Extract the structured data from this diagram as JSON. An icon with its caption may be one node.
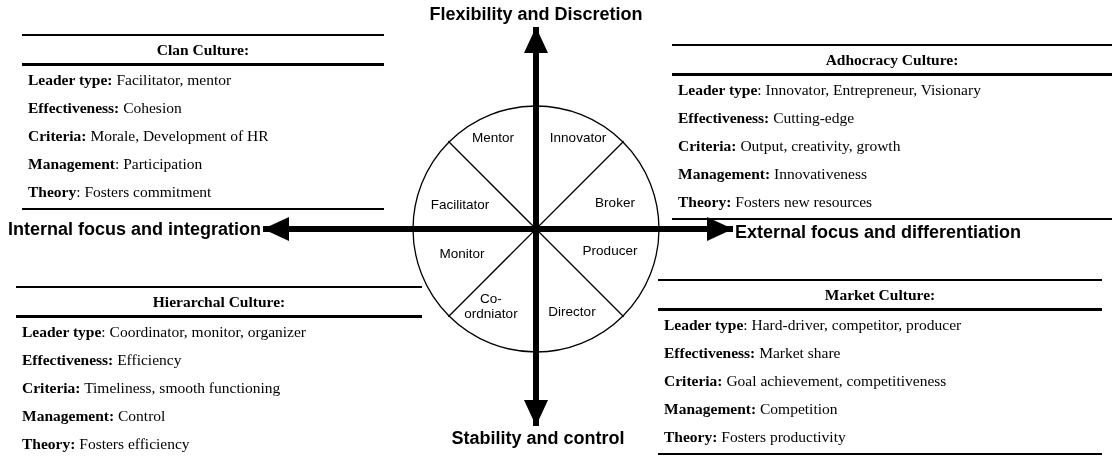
{
  "diagram": {
    "nodes": [
      {
        "text": [
          "Flexibility and Discretion"
        ]
      },
      {
        "text": [
          "Clan Culture:",
          "**Leader type:** Facilitator, mentor",
          "**Effectiveness:** Cohesion",
          "**Criteria:** Morale, Development of HR",
          "**Management**: Participation",
          "**Theory**: Fosters commitment"
        ]
      },
      {
        "text": [
          "Adhocracy Culture:",
          "**Leader type**: Innovator, Entrepreneur, Visionary",
          "**Effectiveness:** Cutting-edge",
          "**Criteria:** Output, creativity, growth",
          "**Management:** Innovativeness",
          "**Theory:** Fosters new resources"
        ]
      },
      {
        "text": [
          "Mentor",
          "Innovator",
          "Facilitator",
          "Broker",
          "Monitor",
          "Producer",
          "Co-ordniator",
          "Director"
        ]
      },
      {
        "text": [
          "Internal focus and integration"
        ]
      },
      {
        "text": [
          "External focus and differentiation"
        ]
      },
      {
        "text": [
          "Hierarchal Culture:",
          "**Leader type**: Coordinator, monitor, organizer",
          "**Effectiveness:** Efficiency",
          "**Criteria:** Timeliness, smooth functioning",
          "**Management:** Control",
          "**Theory:** Fosters efficiency"
        ]
      },
      {
        "text": [
          "Market Culture:",
          "**Leader type**: Hard-driver, competitor, producer",
          "**Effectiveness:** Market share",
          "**Criteria:** Goal achievement, competitiveness",
          "**Management:** Competition",
          "**Theory:** Fosters productivity"
        ]
      },
      {
        "text": [
          "Stability and control"
        ]
      }
    ],
    "edges": [
      {
        "from": 3,
        "to": 0,
        "arrow": "to"
      },
      {
        "from": 3,
        "to": 4,
        "arrow": "to"
      },
      {
        "from": 3,
        "to": 5,
        "arrow": "to"
      },
      {
        "from": 3,
        "to": 8,
        "arrow": "to"
      }
    ]
  }
}
